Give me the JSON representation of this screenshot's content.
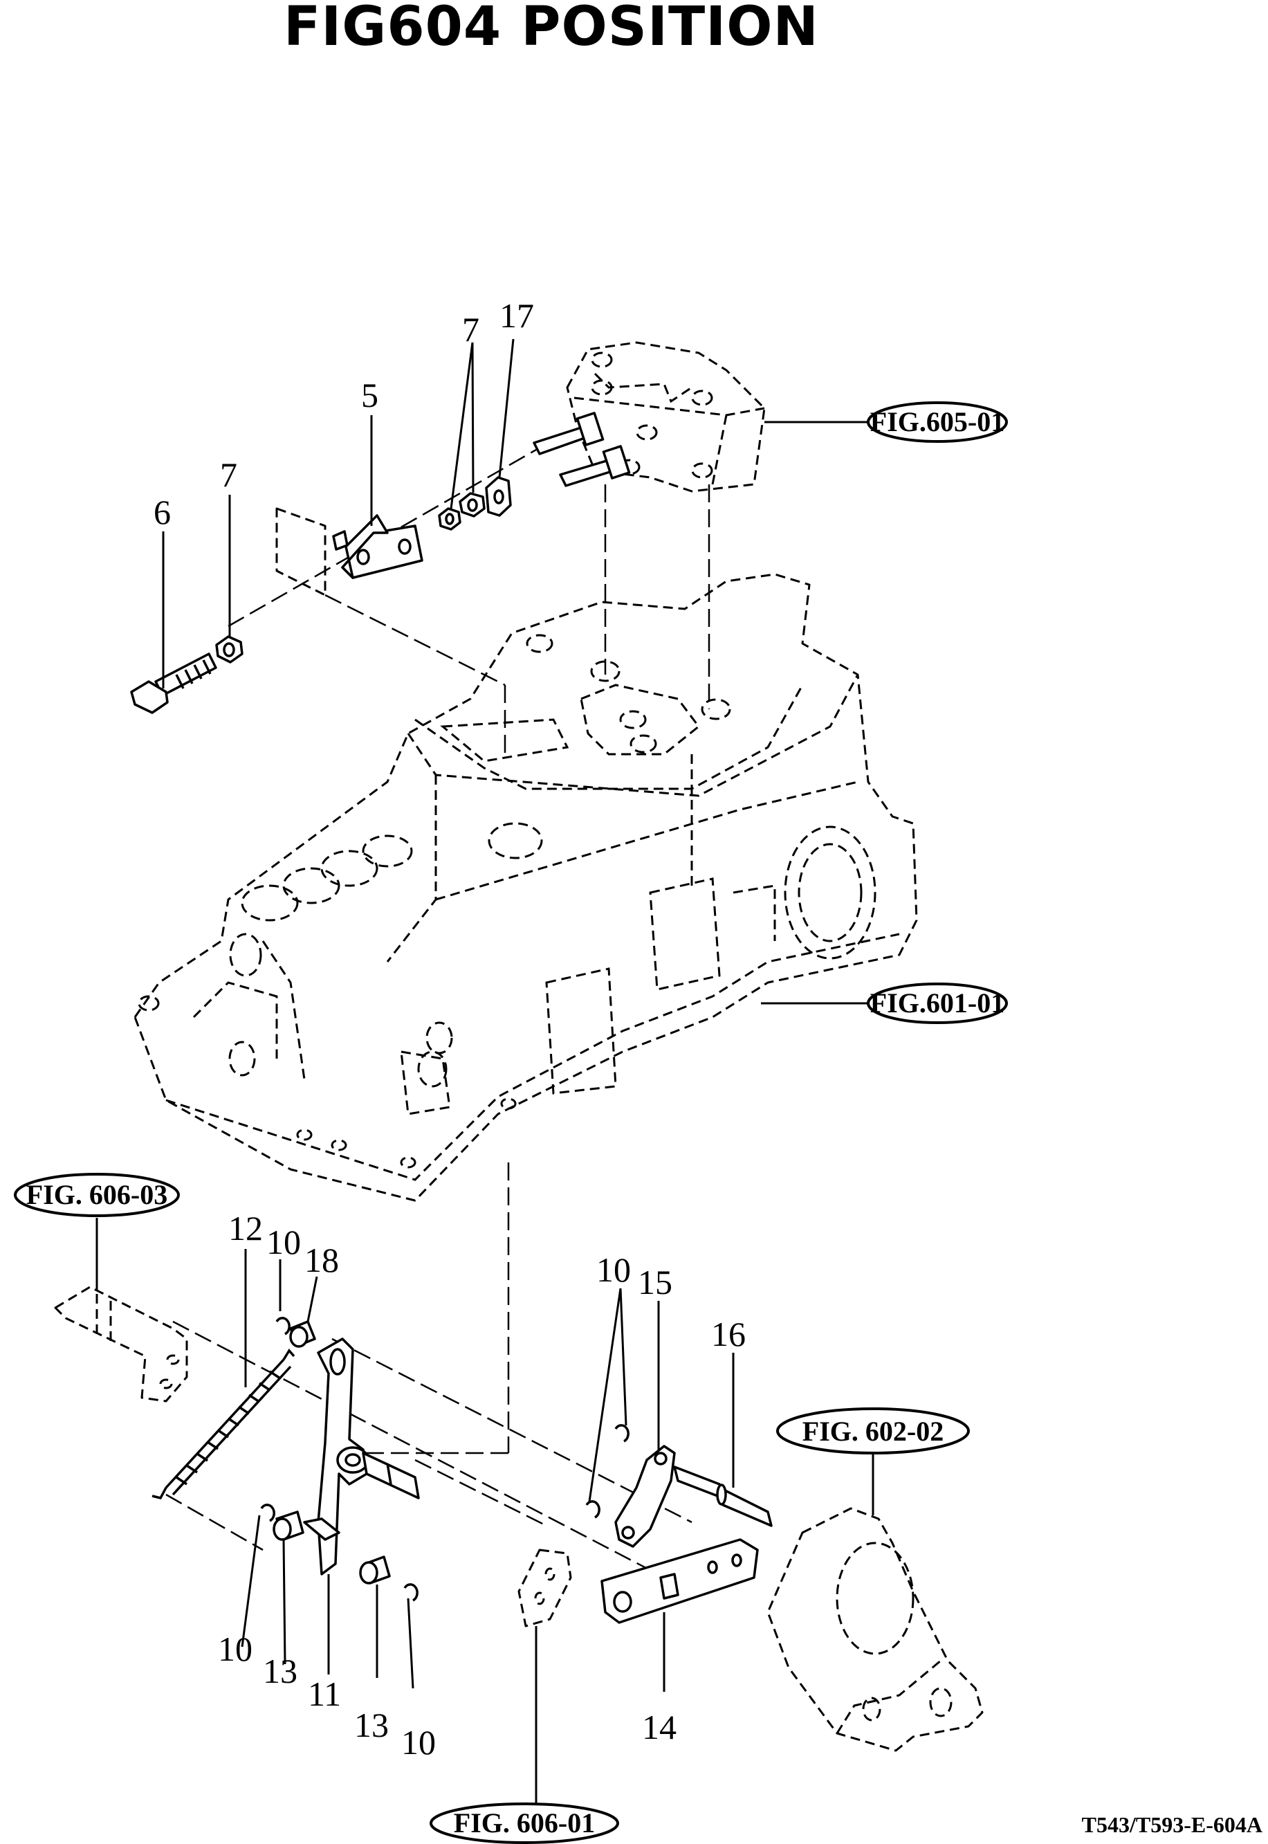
{
  "title": "FIG604 POSITION",
  "drawing_code": "T543/T593-E-604A",
  "references": {
    "fig_605_01": "FIG.605-01",
    "fig_601_01": "FIG.601-01",
    "fig_606_03": "FIG. 606-03",
    "fig_602_02": "FIG. 602-02",
    "fig_606_01": "FIG. 606-01"
  },
  "callouts": {
    "c5": "5",
    "c6": "6",
    "c7a": "7",
    "c7b": "7",
    "c17": "17",
    "c12": "12",
    "c10a": "10",
    "c18": "18",
    "c10b": "10",
    "c15": "15",
    "c16": "16",
    "c10c": "10",
    "c13a": "13",
    "c11": "11",
    "c13b": "13",
    "c10d": "10",
    "c14": "14"
  }
}
